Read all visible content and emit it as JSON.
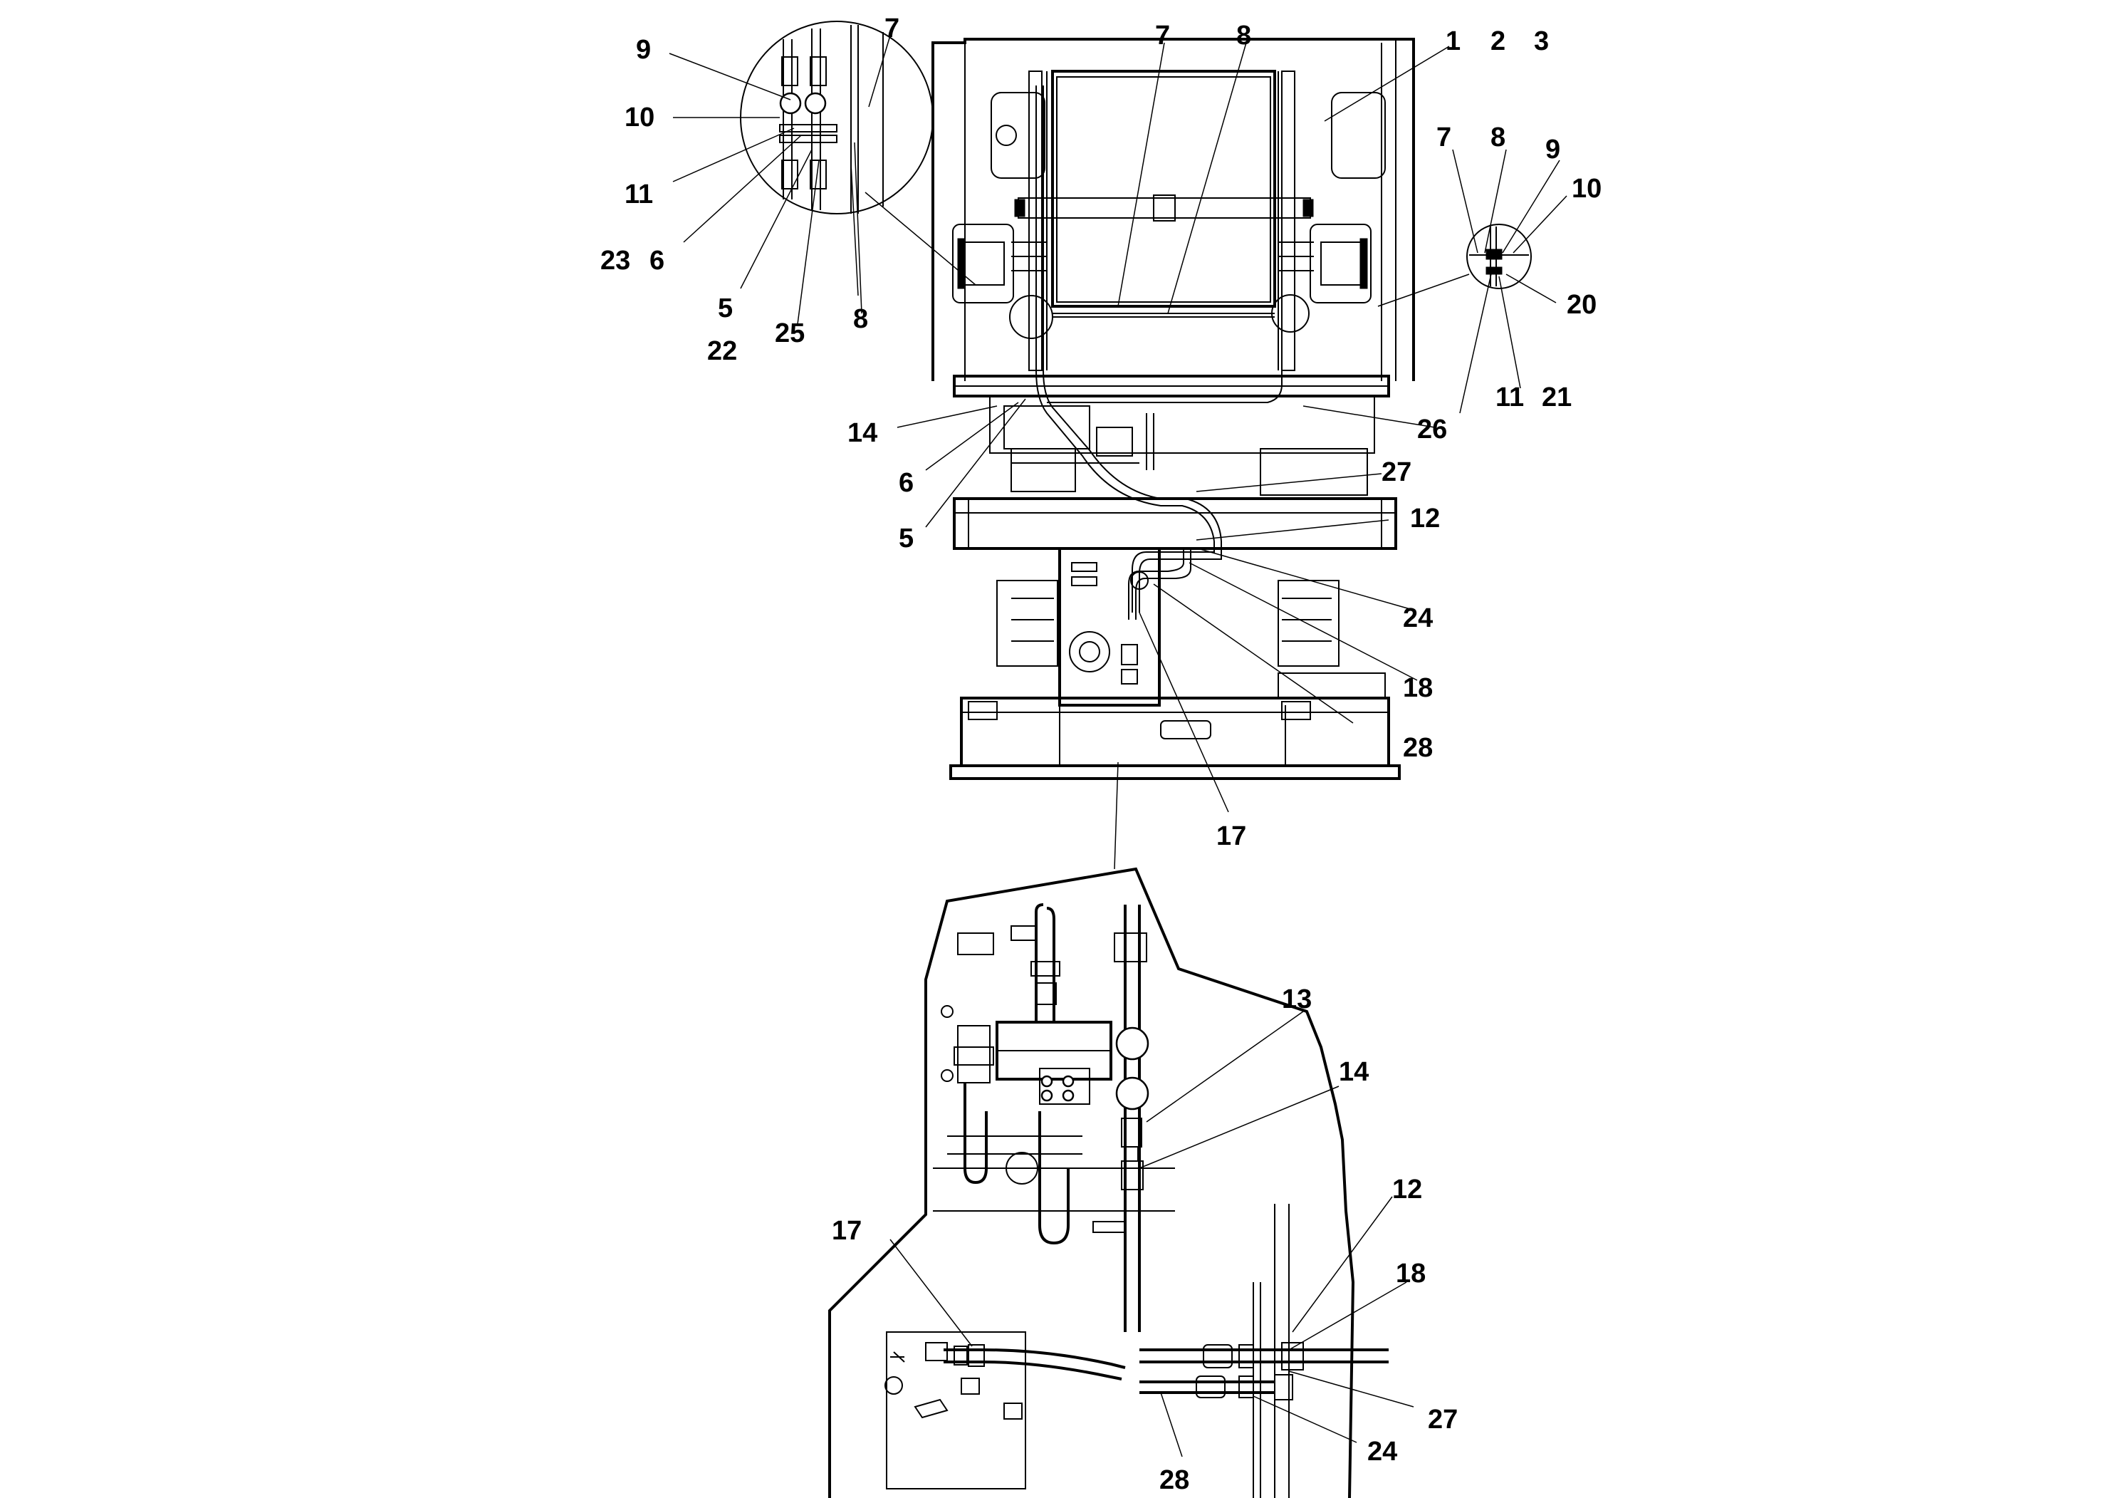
{
  "labels": {
    "t9": "9",
    "t10": "10",
    "t11": "11",
    "t23": "23",
    "t6a": "6",
    "t5a": "5",
    "t22": "22",
    "t25": "25",
    "t8a": "8",
    "t7a": "7",
    "t7b": "7",
    "t8b": "8",
    "t1": "1",
    "t2": "2",
    "t3": "3",
    "t7c": "7",
    "t8c": "8",
    "t9b": "9",
    "t10b": "10",
    "t20": "20",
    "t11b": "11",
    "t21": "21",
    "t26": "26",
    "t14a": "14",
    "t6b": "6",
    "t5b": "5",
    "t27a": "27",
    "t12a": "12",
    "t24a": "24",
    "t18a": "18",
    "t28a": "28",
    "t17a": "17",
    "t13": "13",
    "t14b": "14",
    "t12b": "12",
    "t17b": "17",
    "t18b": "18",
    "t27b": "27",
    "t24b": "24",
    "t28b": "28"
  }
}
